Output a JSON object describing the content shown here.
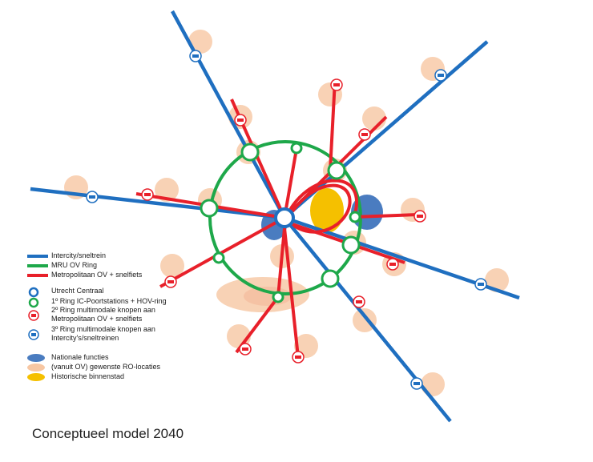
{
  "colors": {
    "intercity": "#1f6fc0",
    "mru_ring": "#1ea84a",
    "metro": "#e8202a",
    "national": "#4a7cc0",
    "ro": "#f7c7a3",
    "historic": "#f5c000"
  },
  "legend": {
    "intercity": "Intercity/sneltrein",
    "mru_ring": "MRU OV Ring",
    "metro": "Metropolitaan OV + snelfiets",
    "utrecht_centraal": "Utrecht Centraal",
    "first_ring": "1º Ring IC-Poortstations + HOV-ring",
    "second_ring_1": "2º Ring multimodale knopen aan",
    "second_ring_2": "Metropolitaan OV + snelfiets",
    "third_ring_1": "3º Ring multimodale knopen aan",
    "third_ring_2": "Intercity's/sneltreinen",
    "national": "Nationale functies",
    "ro": "(vanuit OV) gewenste  RO-locaties",
    "historic": "Historische binnenstad"
  },
  "caption": "Conceptueel model 2040",
  "icons": {
    "metro_hub": "p-r-bike-car-hub-icon",
    "intercity_hub": "p-r-bike-car-hub-icon"
  }
}
